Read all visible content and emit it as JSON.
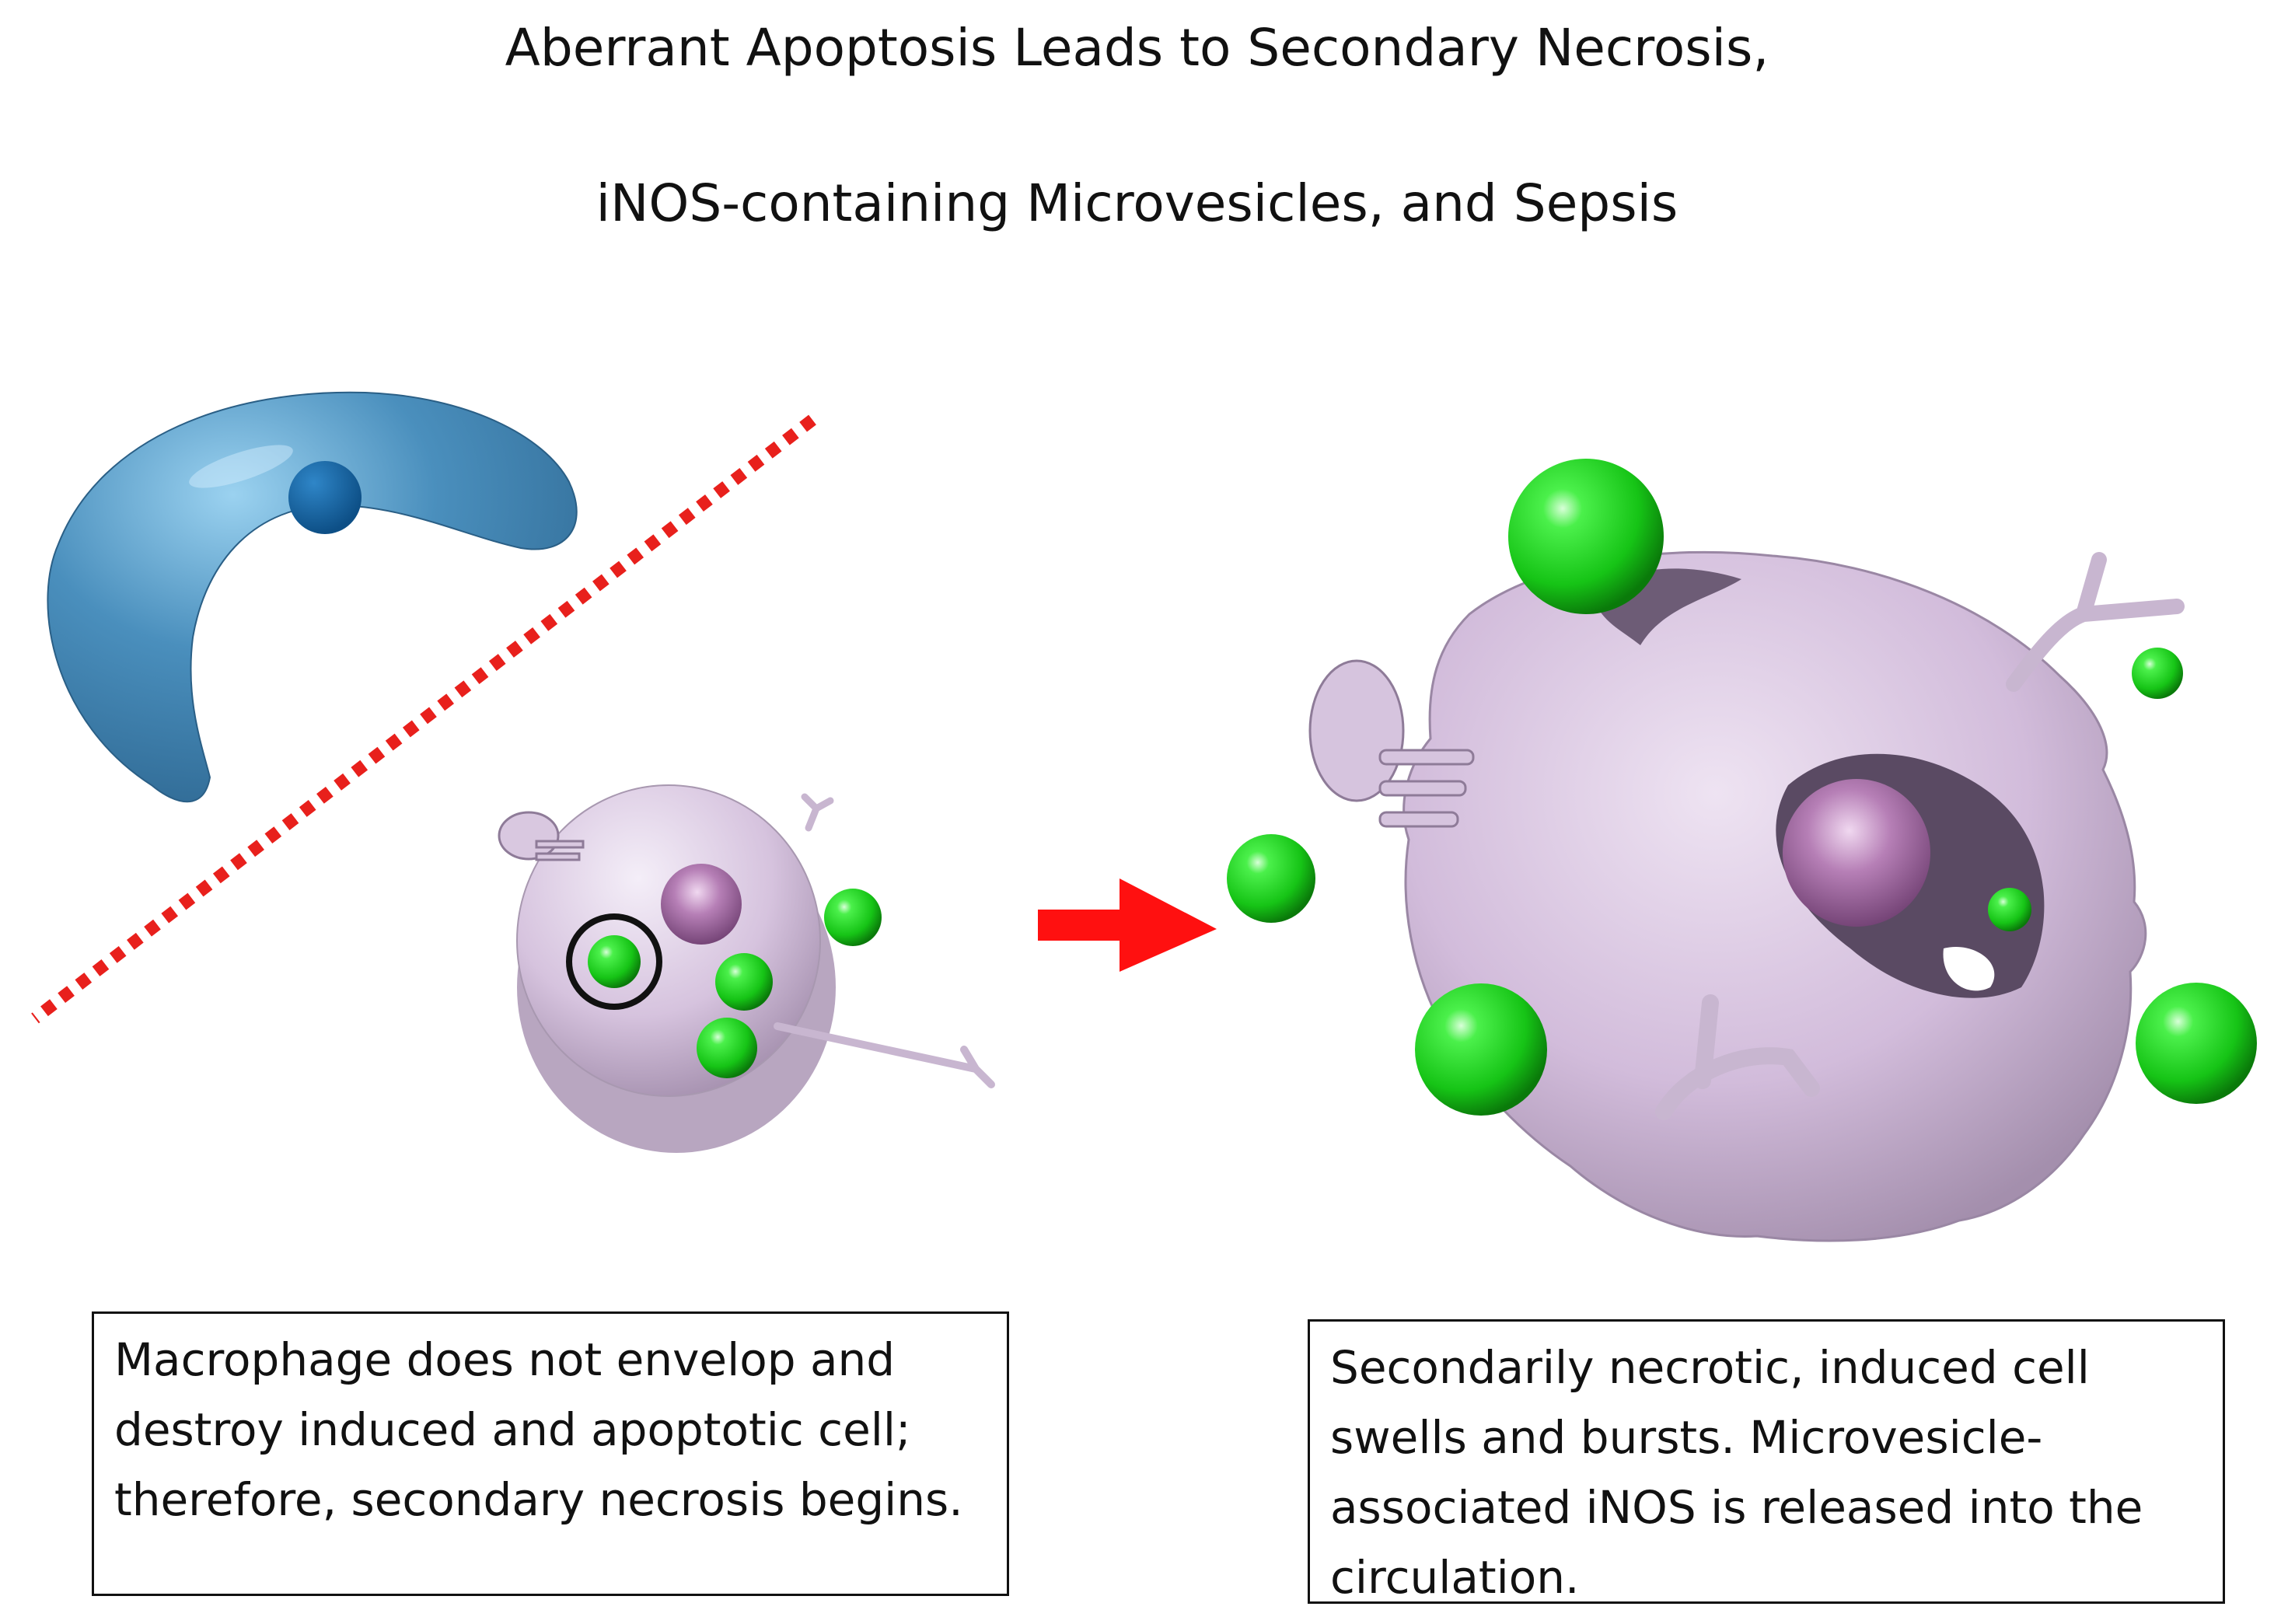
{
  "title": {
    "line1": "Aberrant Apoptosis Leads to Secondary Necrosis,",
    "line2": "iNOS-containing Microvesicles, and Sepsis"
  },
  "captions": {
    "left": [
      "Macrophage does not envelop and",
      "destroy induced and apoptotic cell;",
      "therefore, secondary necrosis begins."
    ],
    "right": [
      "Secondarily necrotic, induced cell",
      "swells and bursts. Microvesicle-",
      "associated  iNOS is released into the",
      "circulation."
    ]
  },
  "colors": {
    "macrophage": "#4a8fbd",
    "barrier_line": "#e8201c",
    "arrow": "#ff1010",
    "cell": "#d8c6e0",
    "nucleus": "#b67fb6",
    "microvesicle": "#22dd22",
    "outline": "#111111"
  }
}
